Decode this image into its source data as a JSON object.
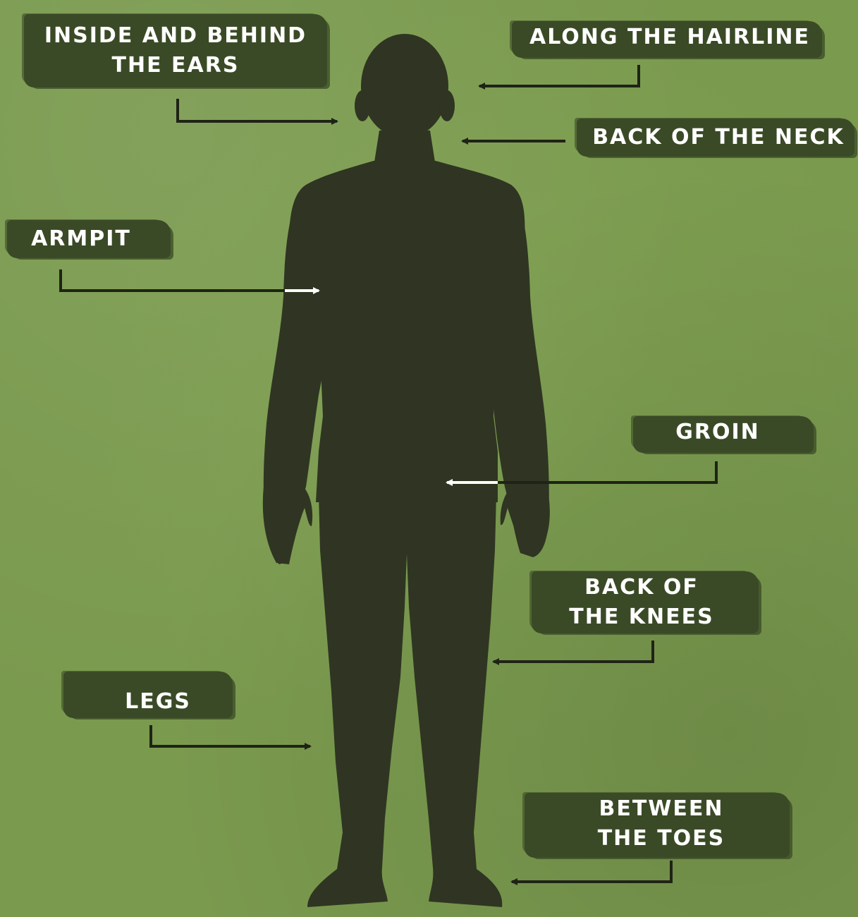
{
  "colors": {
    "background": "#7a9a4e",
    "silhouette": "#2f3522",
    "brush": "#3a4a26",
    "label_text": "#ffffff",
    "arrow_dark": "#1f2316",
    "arrow_light": "#ffffff"
  },
  "labels": {
    "ears_line1": "INSIDE AND BEHIND",
    "ears_line2": "THE EARS",
    "hairline": "ALONG THE HAIRLINE",
    "neck": "BACK OF THE NECK",
    "armpit": "ARMPIT",
    "groin": "GROIN",
    "knees_line1": "BACK OF",
    "knees_line2": "THE KNEES",
    "legs": "LEGS",
    "toes_line1": "BETWEEN",
    "toes_line2": "THE TOES"
  }
}
